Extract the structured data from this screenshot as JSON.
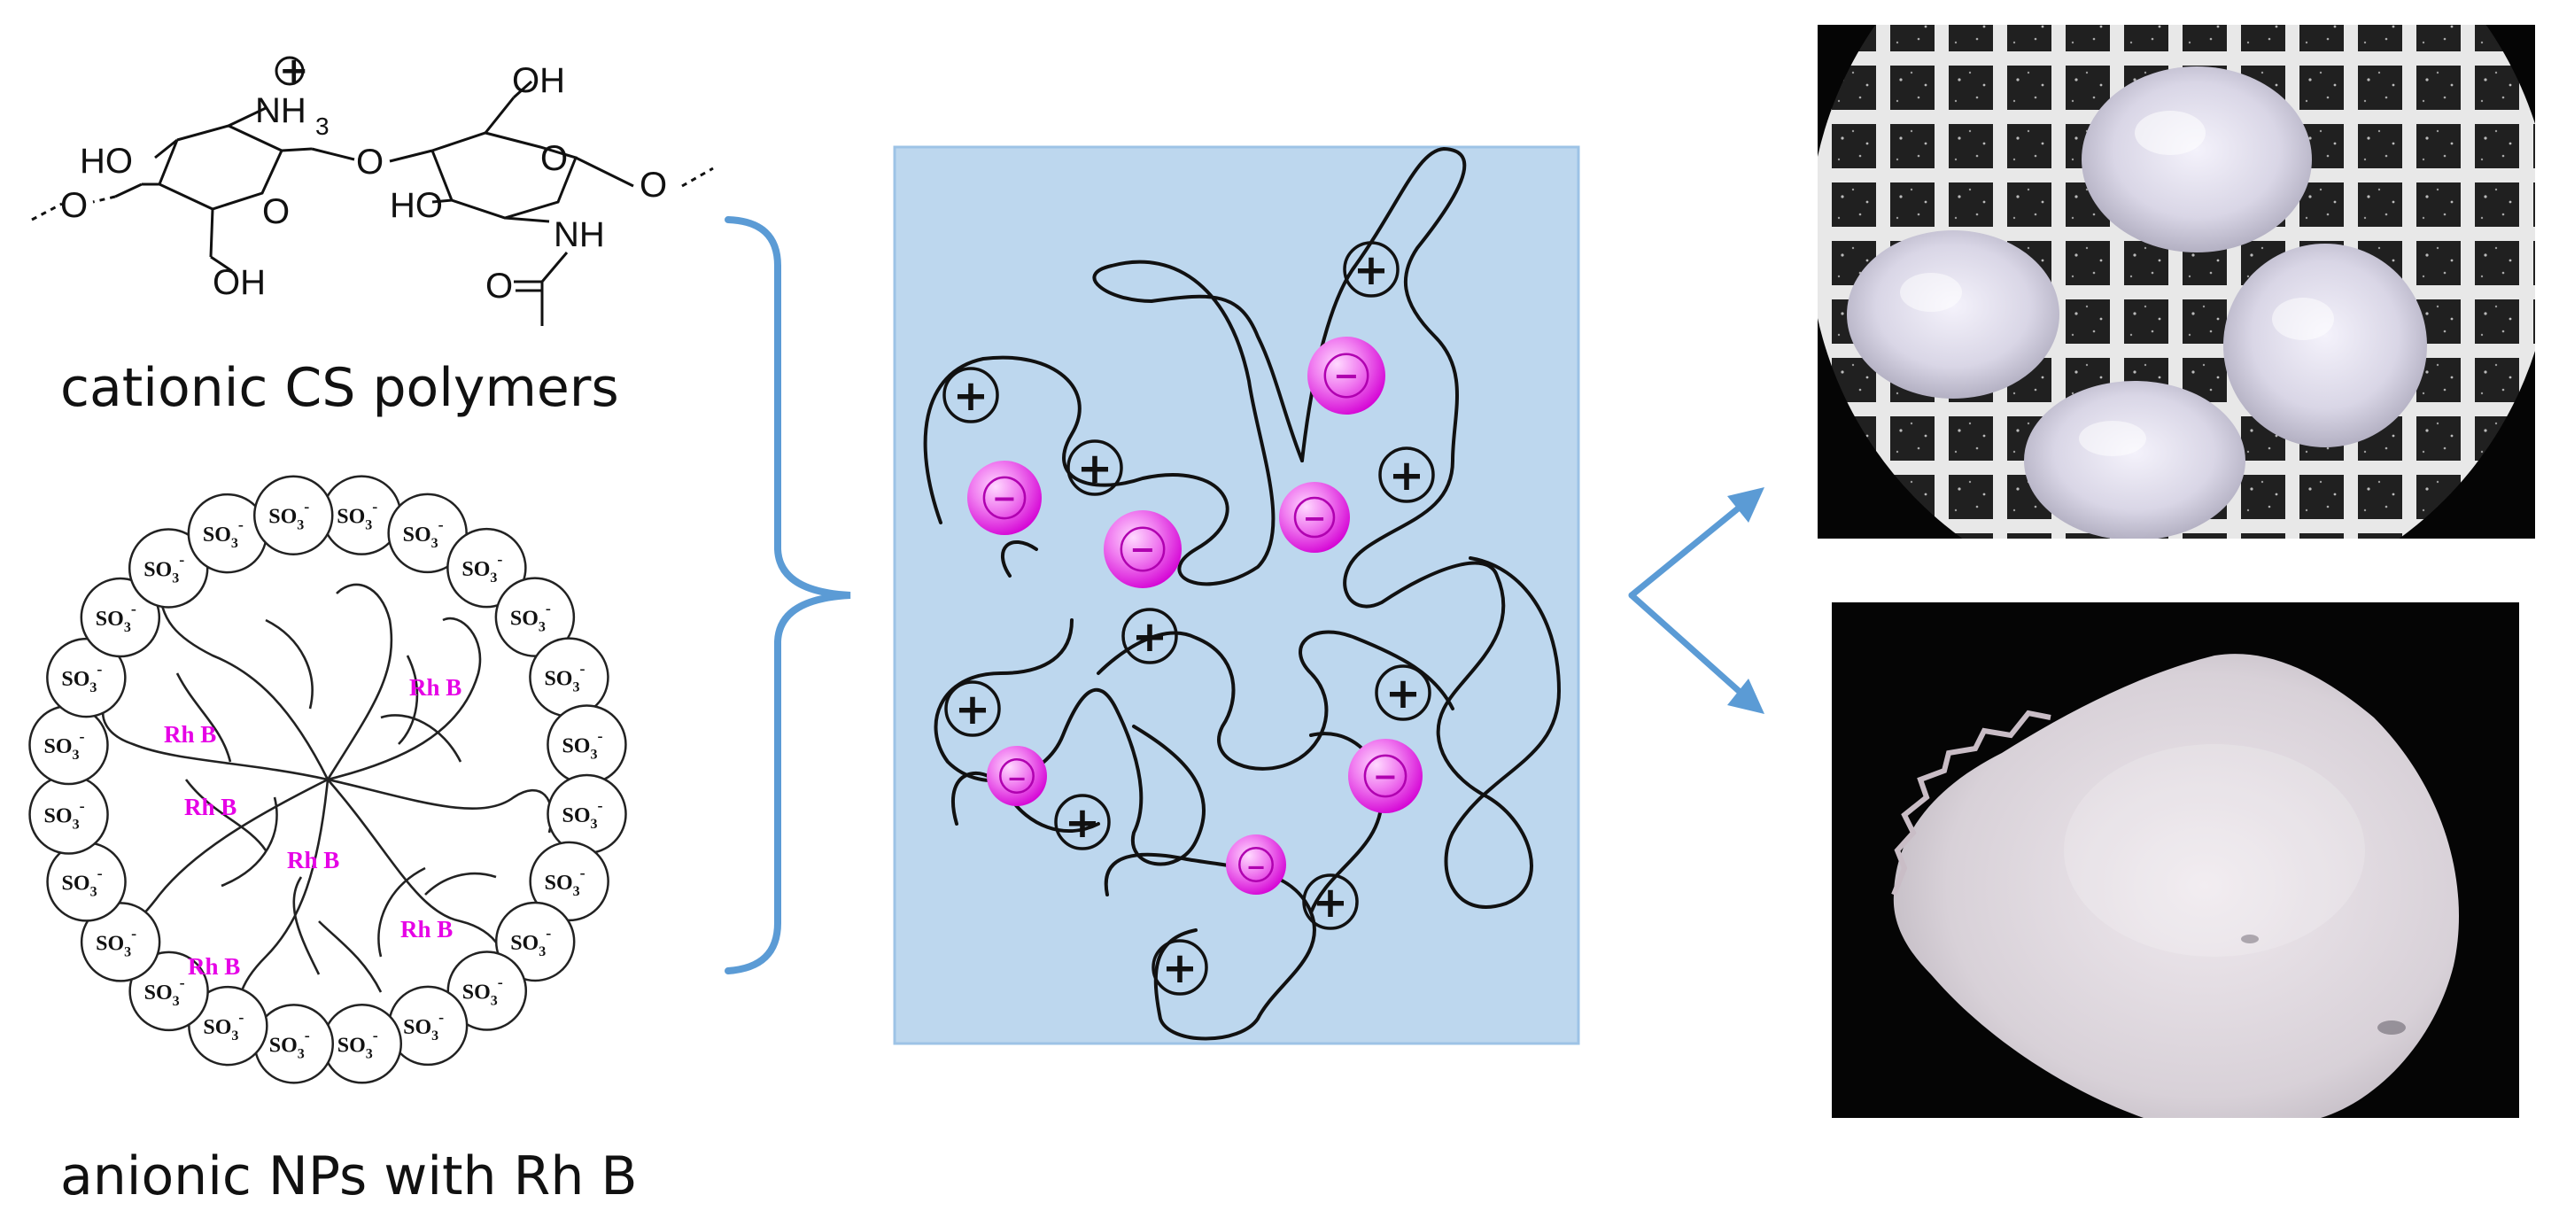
{
  "captions": {
    "cationic": "cationic CS polymers",
    "anionic": "anionic NPs with Rh B"
  },
  "chem_labels": {
    "nh3_main": "NH",
    "nh3_sub": "3",
    "ho_left_top": "HO",
    "ho_left_mid": "HO",
    "oh_bottom": "OH",
    "ring_o_left": "O",
    "bridge_o": "O",
    "oh_top": "OH",
    "ring_o_right": "O",
    "terminal_o": "O",
    "nh_right": "NH",
    "carbonyl_o": "O",
    "plus_charge": "+"
  },
  "nanoparticle": {
    "shell_label_main": "SO",
    "shell_label_sub": "3",
    "shell_label_sup": "-",
    "shell_count": 24,
    "core_labels": [
      "Rh B",
      "Rh B",
      "Rh B",
      "Rh B",
      "Rh B",
      "Rh B"
    ]
  },
  "symbols": {
    "plus": "+",
    "minus": "−"
  },
  "colors": {
    "bracket": "#5b9bd5",
    "panel_fill": "#bdd7ee",
    "panel_border": "#9dc3e6",
    "magenta": "#e600e6",
    "arrow": "#5b9bd5"
  }
}
